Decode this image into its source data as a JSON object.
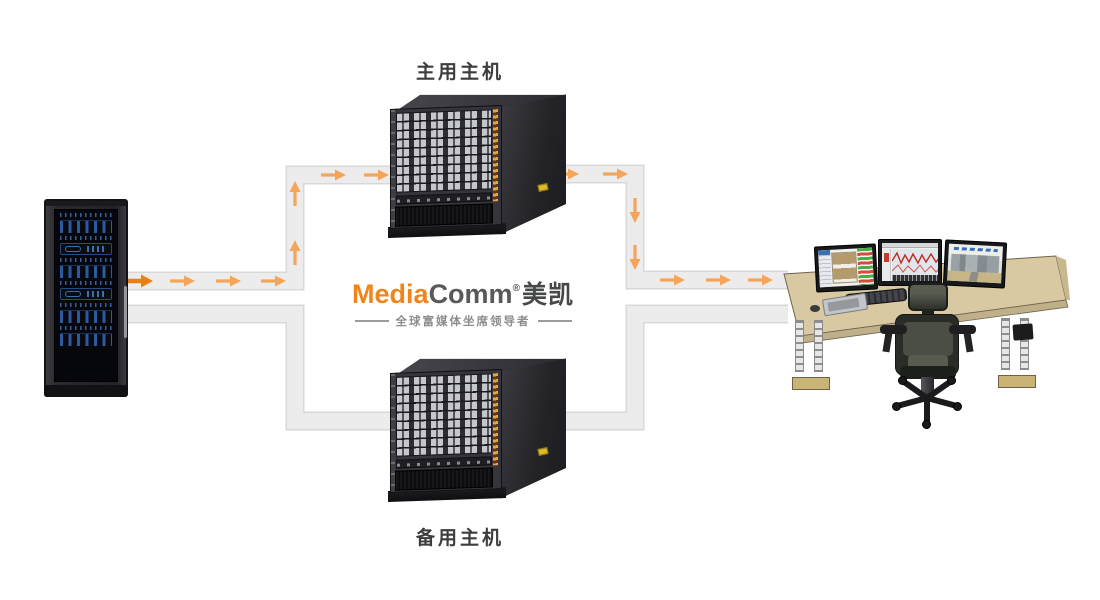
{
  "labels": {
    "primary_host": "主用主机",
    "backup_host": "备用主机"
  },
  "logo": {
    "media": "Media",
    "comm": "Comm",
    "registered": "®",
    "cn": "美凯",
    "tagline": "全球富媒体坐席领导者"
  },
  "diagram": {
    "nodes": [
      {
        "id": "rack",
        "type": "server-rack",
        "label": ""
      },
      {
        "id": "primary",
        "type": "matrix-chassis",
        "label": "主用主机"
      },
      {
        "id": "backup",
        "type": "matrix-chassis",
        "label": "备用主机"
      },
      {
        "id": "console",
        "type": "operator-console",
        "label": ""
      }
    ],
    "flows": [
      {
        "from": "rack",
        "to": "primary",
        "active": true,
        "arrows": true
      },
      {
        "from": "primary",
        "to": "console",
        "active": true,
        "arrows": true
      },
      {
        "from": "rack",
        "to": "backup",
        "active": false,
        "arrows": false
      },
      {
        "from": "backup",
        "to": "console",
        "active": false,
        "arrows": false
      }
    ]
  },
  "colors": {
    "accent_orange": "#F08519",
    "logo_gray": "#58595B",
    "tagline_gray": "#8D8D8D",
    "label_color": "#3D3D3D",
    "arrow_orange": "#F5A55A",
    "arrow_bold_orange": "#EC7F12",
    "path_fill": "#ECECEC",
    "path_border": "#D8D8D8",
    "desk_wood": "#D9C9A2",
    "chassis_led_orange": "#F0A13C",
    "rack_led_blue": "#3F6DB1",
    "status_green": "#49AE47",
    "status_red": "#D64A3C"
  }
}
